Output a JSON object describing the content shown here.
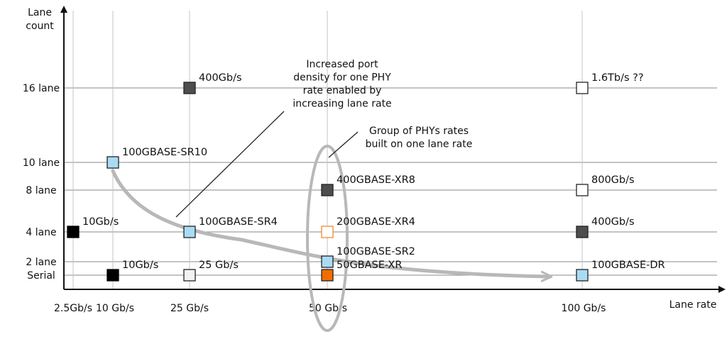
{
  "chart_data": {
    "type": "scatter",
    "title": "",
    "xlabel": "Lane rate",
    "ylabel": "Lane\ncount",
    "x_categories": [
      "2.5Gb/s",
      "10 Gb/s",
      "25 Gb/s",
      "50 Gb/s",
      "100 Gb/s"
    ],
    "y_categories": [
      "Serial",
      "2 lane",
      "4 lane",
      "8 lane",
      "10 lane",
      "16 lane"
    ],
    "grid": true,
    "points": [
      {
        "x": "2.5Gb/s",
        "y": "4 lane",
        "label": "10Gb/s",
        "fill": "#000000",
        "stroke": "#000000"
      },
      {
        "x": "10 Gb/s",
        "y": "Serial",
        "label": "10Gb/s",
        "fill": "#000000",
        "stroke": "#000000"
      },
      {
        "x": "10 Gb/s",
        "y": "10 lane",
        "label": "100GBASE-SR10",
        "fill": "#a9dcf4",
        "stroke": "#222222"
      },
      {
        "x": "25 Gb/s",
        "y": "16 lane",
        "label": "400Gb/s",
        "fill": "#4d4d4d",
        "stroke": "#222222"
      },
      {
        "x": "25 Gb/s",
        "y": "4 lane",
        "label": "100GBASE-SR4",
        "fill": "#a9dcf4",
        "stroke": "#222222"
      },
      {
        "x": "25 Gb/s",
        "y": "Serial",
        "label": "25 Gb/s",
        "fill": "#f2f2f2",
        "stroke": "#222222"
      },
      {
        "x": "50 Gb/s",
        "y": "8 lane",
        "label": "400GBASE-XR8",
        "fill": "#4d4d4d",
        "stroke": "#222222"
      },
      {
        "x": "50 Gb/s",
        "y": "4 lane",
        "label": "200GBASE-XR4",
        "fill": "#ffffff",
        "stroke": "#f08c2a"
      },
      {
        "x": "50 Gb/s",
        "y": "2 lane",
        "label": "100GBASE-SR2",
        "fill": "#a9dcf4",
        "stroke": "#222222"
      },
      {
        "x": "50 Gb/s",
        "y": "Serial",
        "label": "50GBASE-XR",
        "fill": "#f06e00",
        "stroke": "#222222"
      },
      {
        "x": "100 Gb/s",
        "y": "16 lane",
        "label": "1.6Tb/s ??",
        "fill": "#ffffff",
        "stroke": "#222222"
      },
      {
        "x": "100 Gb/s",
        "y": "8 lane",
        "label": "800Gb/s",
        "fill": "#ffffff",
        "stroke": "#222222"
      },
      {
        "x": "100 Gb/s",
        "y": "4 lane",
        "label": "400Gb/s",
        "fill": "#4d4d4d",
        "stroke": "#222222"
      },
      {
        "x": "100 Gb/s",
        "y": "Serial",
        "label": "100GBASE-DR",
        "fill": "#a9dcf4",
        "stroke": "#222222"
      }
    ],
    "annotations": [
      {
        "text": "Increased port\ndensity for one PHY\nrate enabled by\nincreasing lane rate"
      },
      {
        "text": "Group of PHYs rates\nbuilt on one lane rate"
      }
    ]
  }
}
